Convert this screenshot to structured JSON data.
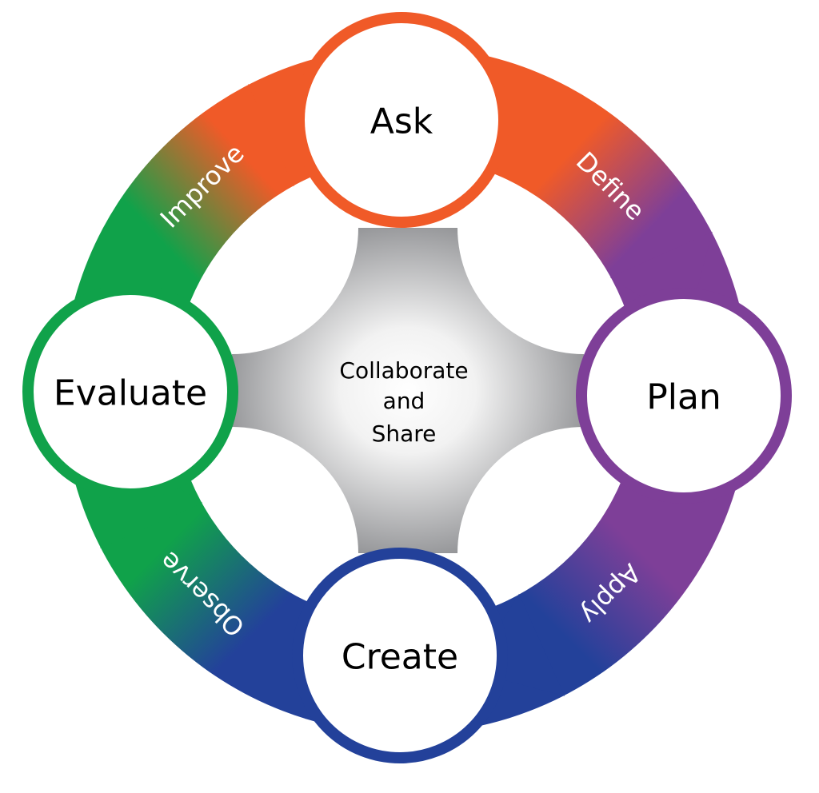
{
  "diagram": {
    "type": "cycle",
    "center": {
      "lines": [
        "Collaborate",
        "and",
        "Share"
      ]
    },
    "nodes": [
      {
        "id": "ask",
        "label": "Ask",
        "color": "#F05A28",
        "position": "top"
      },
      {
        "id": "plan",
        "label": "Plan",
        "color": "#7E3F98",
        "position": "right"
      },
      {
        "id": "create",
        "label": "Create",
        "color": "#23419A",
        "position": "bottom"
      },
      {
        "id": "evaluate",
        "label": "Evaluate",
        "color": "#10A24A",
        "position": "left"
      }
    ],
    "arcs": [
      {
        "id": "define",
        "label": "Define",
        "from": "ask",
        "to": "plan"
      },
      {
        "id": "apply",
        "label": "Apply",
        "from": "plan",
        "to": "create"
      },
      {
        "id": "observe",
        "label": "Observe",
        "from": "create",
        "to": "evaluate"
      },
      {
        "id": "improve",
        "label": "Improve",
        "from": "evaluate",
        "to": "ask"
      }
    ]
  }
}
